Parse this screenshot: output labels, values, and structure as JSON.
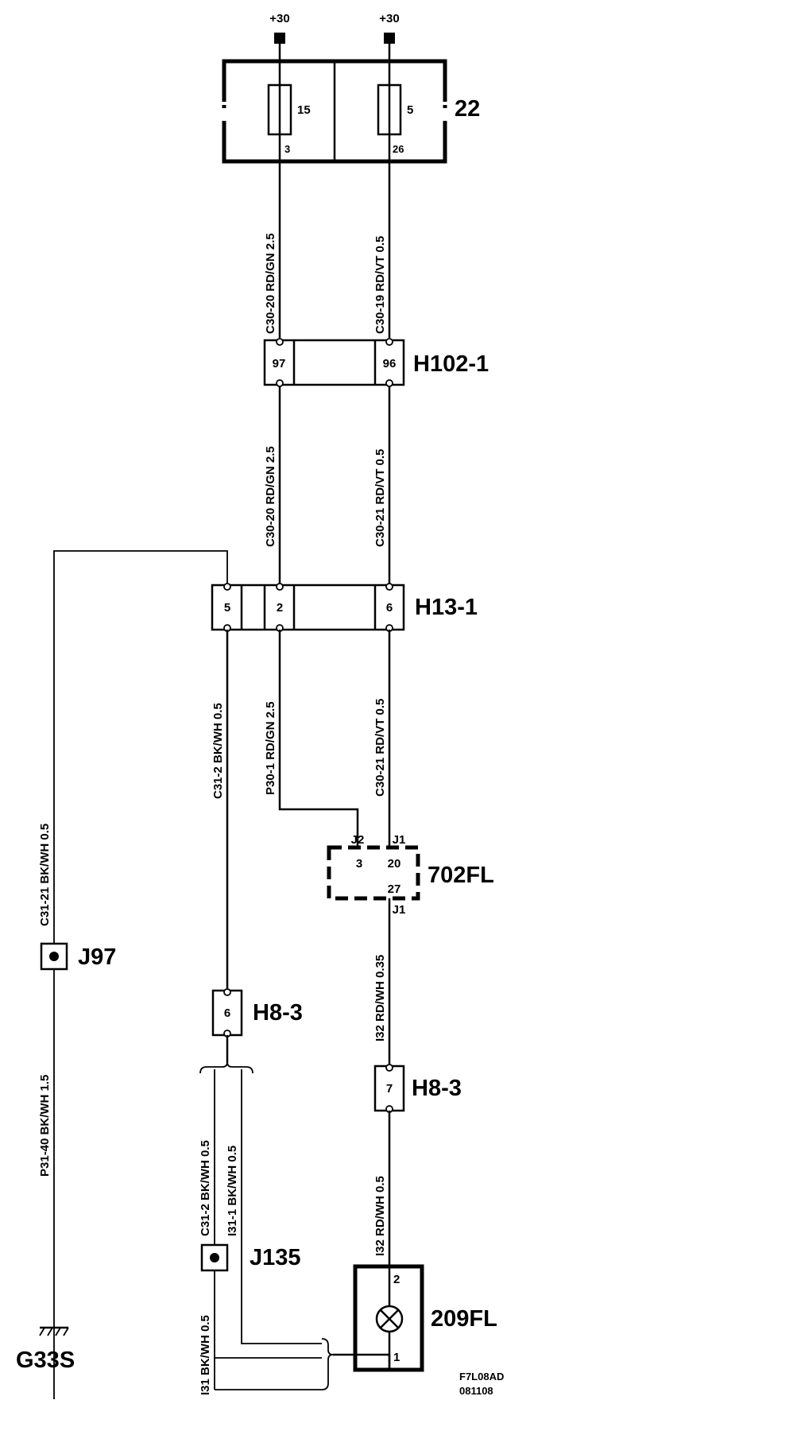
{
  "supply": {
    "left": "+30",
    "right": "+30"
  },
  "fuse_box": {
    "id": "22",
    "fuse_left": "15",
    "fuse_right": "5",
    "pin_left": "3",
    "pin_right": "26"
  },
  "wires": {
    "w_fuse_left": "C30-20  RD/GN  2.5",
    "w_fuse_right": "C30-19  RD/VT  0.5",
    "w_h102_left": "C30-20  RD/GN  2.5",
    "w_h102_right": "C30-21  RD/VT  0.5",
    "w_h13_5": "C31-2  BK/WH  0.5",
    "w_h13_2": "P30-1  RD/GN  2.5",
    "w_h13_6": "C30-21  RD/VT  0.5",
    "w_ground_upper": "C31-21  BK/WH  0.5",
    "w_ground_lower": "P31-40  BK/WH  1.5",
    "w_702_out": "I32  RD/WH  0.35",
    "w_h8_7_out": "I32  RD/WH  0.5",
    "w_c31_2_lower": "C31-2  BK/WH  0.5",
    "w_i31_1": "I31-1  BK/WH  0.5",
    "w_i31": "I31  BK/WH  0.5"
  },
  "h102": {
    "id": "H102-1",
    "pin_left": "97",
    "pin_right": "96"
  },
  "h13": {
    "id": "H13-1",
    "pin_a": "5",
    "pin_b": "2",
    "pin_c": "6"
  },
  "m702": {
    "id": "702FL",
    "conn_j2": "J2",
    "conn_j1": "J1",
    "pin_3": "3",
    "pin_20": "20",
    "pin_27": "27",
    "conn_j1_bottom": "J1"
  },
  "splices": {
    "j97": "J97",
    "j135": "J135"
  },
  "h8_left": {
    "id": "H8-3",
    "pin": "6"
  },
  "h8_right": {
    "id": "H8-3",
    "pin": "7"
  },
  "lamp": {
    "id": "209FL",
    "pin_top": "2",
    "pin_bottom": "1"
  },
  "ground": {
    "id": "G33S"
  },
  "footer": {
    "code": "F7L08AD",
    "date": "081108"
  }
}
